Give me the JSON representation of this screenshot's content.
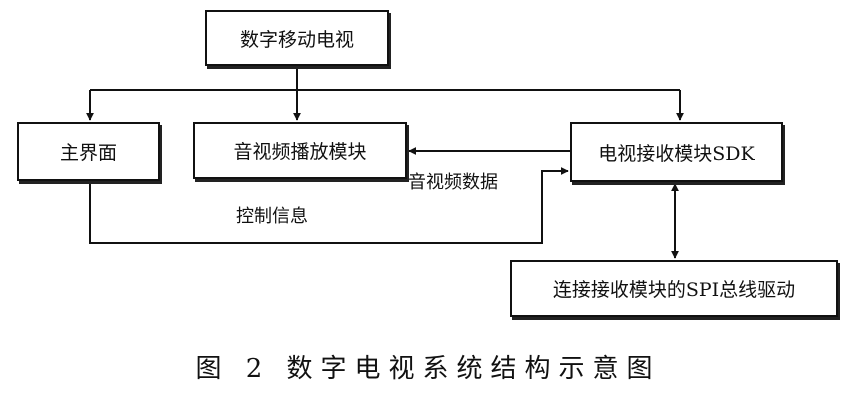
{
  "nodes": {
    "digital_mobile_tv": "数字移动电视",
    "main_interface": "主界面",
    "av_playback_module": "音视频播放模块",
    "tv_receiver_sdk": "电视接收模块SDK",
    "spi_bus_driver": "连接接收模块的SPI总线驱动"
  },
  "edge_labels": {
    "av_data": "音视频数据",
    "control_info": "控制信息"
  },
  "caption": "图 2   数字电视系统结构示意图"
}
